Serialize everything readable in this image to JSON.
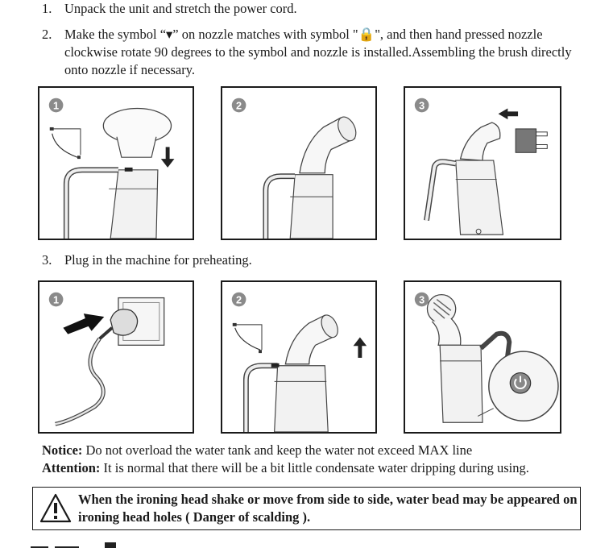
{
  "steps": [
    {
      "num": "1.",
      "text": "Unpack the unit and stretch the power cord."
    },
    {
      "num": "2.",
      "text": "Make the symbol “▾” on nozzle matches with symbol \"🔒\", and then hand pressed nozzle clockwise rotate 90 degrees to the symbol and nozzle is installed.Assembling the brush directly onto nozzle if necessary."
    },
    {
      "num": "3.",
      "text": "Plug in the machine for preheating."
    }
  ],
  "figures": {
    "row1": [
      {
        "badge": "1"
      },
      {
        "badge": "2"
      },
      {
        "badge": "3"
      }
    ],
    "row2": [
      {
        "badge": "1"
      },
      {
        "badge": "2"
      },
      {
        "badge": "3"
      }
    ]
  },
  "notice": {
    "label": "Notice:",
    "text": " Do not overload the water tank and keep the water not exceed MAX line"
  },
  "attention": {
    "label": "Attention:",
    "text": " It is normal that there will be a bit little condensate water dripping during using."
  },
  "warning": {
    "icon": "warning-triangle-icon",
    "text": "When the ironing head shake or move from side to side, water bead may be appeared on ironing head holes ( Danger of scalding )."
  }
}
